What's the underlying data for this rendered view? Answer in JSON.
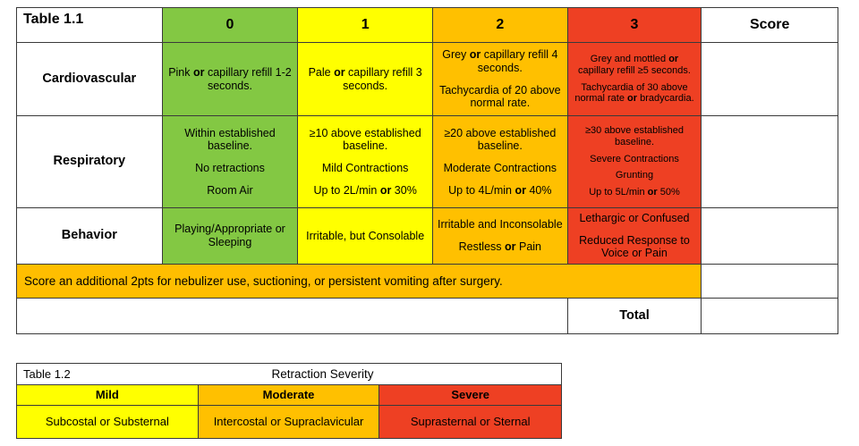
{
  "colors": {
    "green": "#83C843",
    "yellow": "#FFFF00",
    "orange": "#FFC000",
    "red": "#EE4023",
    "banner": "#FFBE00",
    "border": "#3a3a3a"
  },
  "table1": {
    "label": "Table 1.1",
    "score_header": "Score",
    "headers": [
      {
        "text": "0",
        "color": "green"
      },
      {
        "text": "1",
        "color": "yellow"
      },
      {
        "text": "2",
        "color": "orange"
      },
      {
        "text": "3",
        "color": "red"
      }
    ],
    "rows": [
      {
        "label": "Cardiovascular",
        "cells": [
          {
            "color": "green",
            "lines": [
              "Pink **or** capillary refill 1-2 seconds."
            ]
          },
          {
            "color": "yellow",
            "lines": [
              "Pale **or** capillary refill 3 seconds."
            ]
          },
          {
            "color": "orange",
            "lines": [
              "Grey **or** capillary refill 4 seconds.",
              "Tachycardia of 20 above normal rate."
            ]
          },
          {
            "color": "red",
            "lines": [
              "Grey and mottled **or** capillary refill ≥5 seconds.",
              "Tachycardia of 30 above normal rate **or** bradycardia."
            ]
          }
        ]
      },
      {
        "label": "Respiratory",
        "cells": [
          {
            "color": "green",
            "lines": [
              "Within established baseline.",
              "No retractions",
              "Room Air"
            ]
          },
          {
            "color": "yellow",
            "lines": [
              "≥10 above established baseline.",
              "Mild Contractions",
              "Up to 2L/min **or** 30%"
            ]
          },
          {
            "color": "orange",
            "lines": [
              "≥20 above established baseline.",
              "Moderate Contractions",
              "Up to 4L/min **or** 40%"
            ]
          },
          {
            "color": "red",
            "lines": [
              "≥30 above established baseline.",
              "Severe Contractions",
              "Grunting",
              "Up to 5L/min **or** 50%"
            ]
          }
        ]
      },
      {
        "label": "Behavior",
        "cells": [
          {
            "color": "green",
            "lines": [
              "Playing/Appropriate or Sleeping"
            ]
          },
          {
            "color": "yellow",
            "lines": [
              "Irritable, but Consolable"
            ]
          },
          {
            "color": "orange",
            "lines": [
              "Irritable and Inconsolable",
              "Restless **or** Pain"
            ]
          },
          {
            "color": "red",
            "lines": [
              "Lethargic or Confused",
              "Reduced Response to Voice or Pain"
            ]
          }
        ]
      }
    ],
    "banner": "Score an additional 2pts for nebulizer use, suctioning, or persistent vomiting after surgery.",
    "total_label": "Total"
  },
  "table2": {
    "label": "Table 1.2",
    "title": "Retraction Severity",
    "columns": [
      {
        "severity": "Mild",
        "description": "Subcostal or Substernal",
        "color": "yellow"
      },
      {
        "severity": "Moderate",
        "description": "Intercostal or Supraclavicular",
        "color": "orange"
      },
      {
        "severity": "Severe",
        "description": "Suprasternal or Sternal",
        "color": "red"
      }
    ]
  }
}
